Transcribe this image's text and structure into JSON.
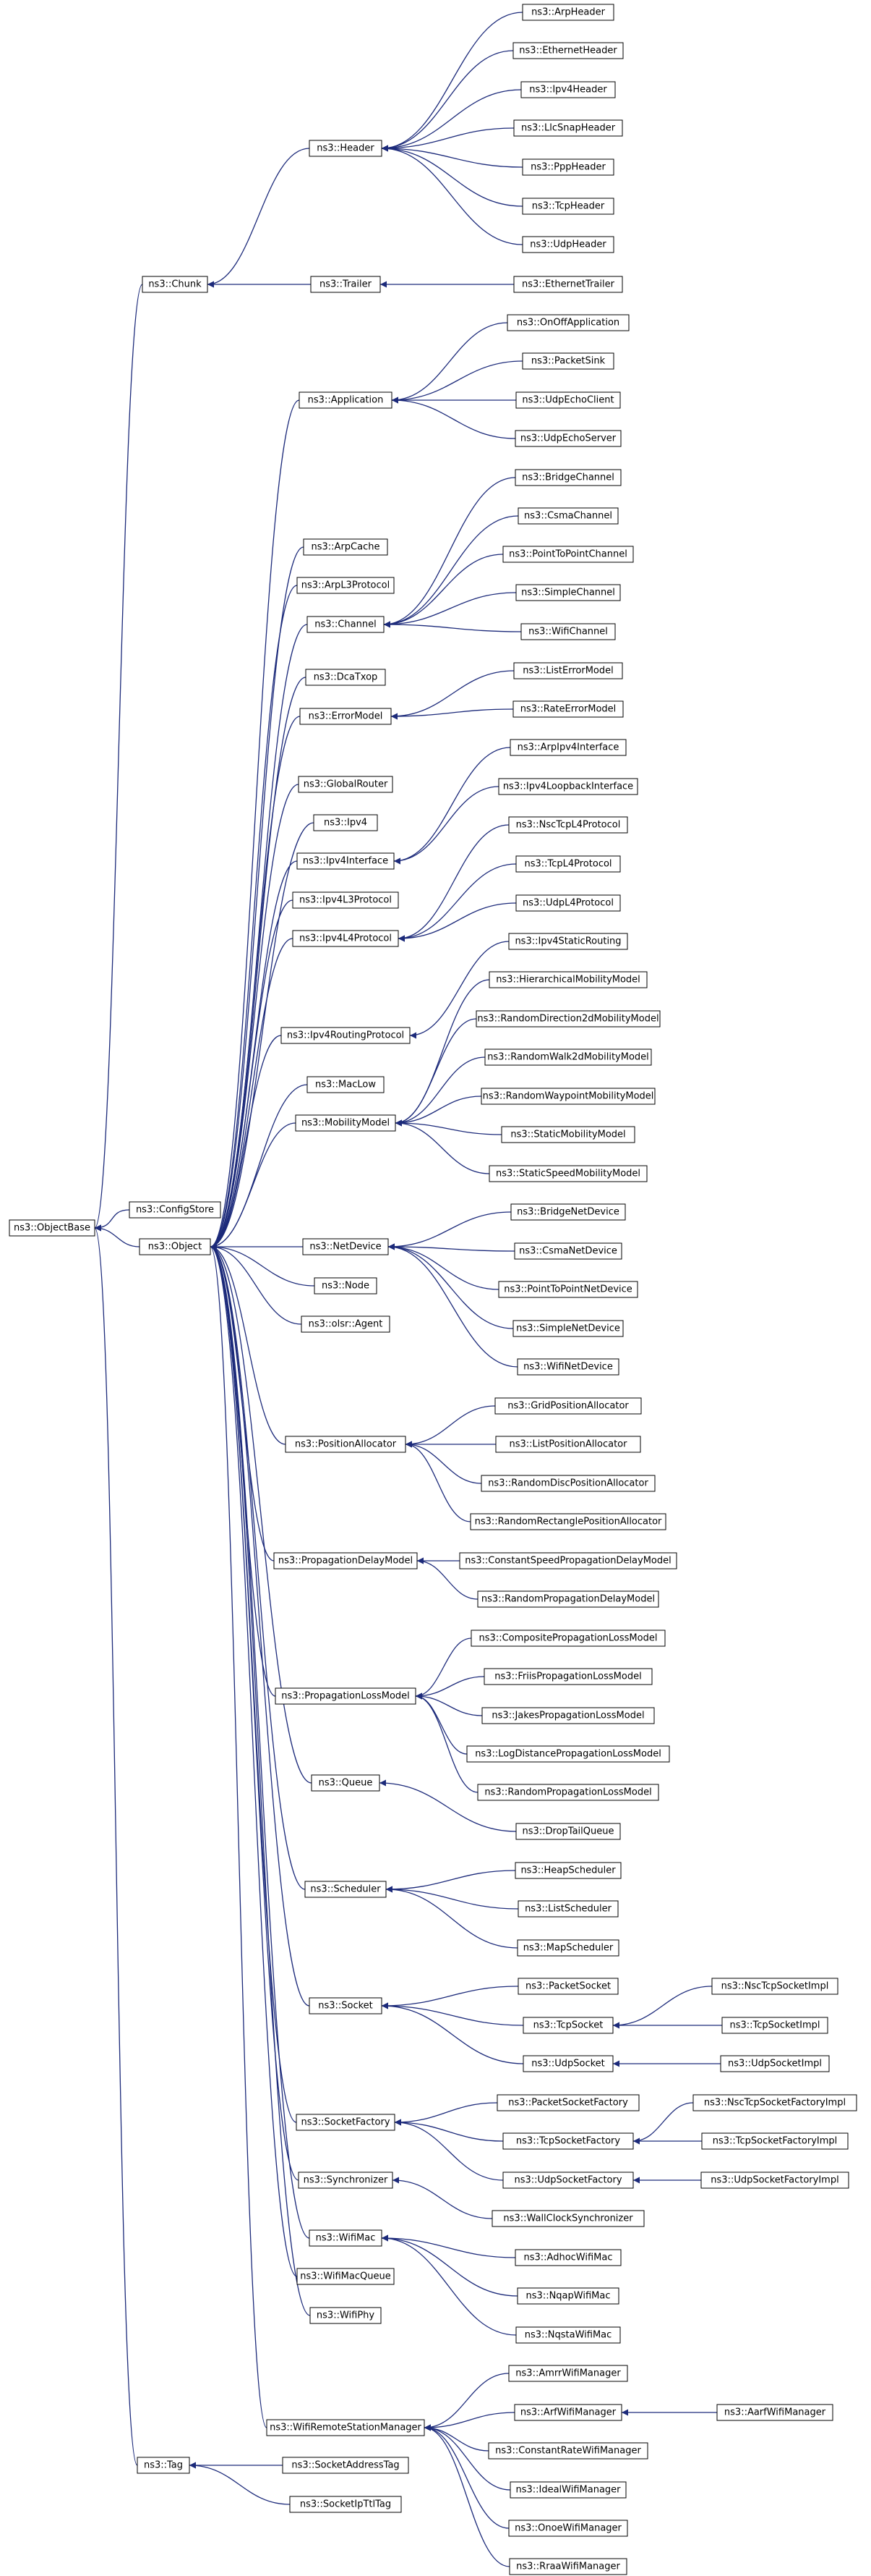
{
  "diagram": {
    "type": "class-inheritance-graph",
    "edge_color": "#1c2a7a",
    "node_border_color": "#000000",
    "nodes": [
      {
        "id": "ObjectBase",
        "label": "ns3::ObjectBase"
      },
      {
        "id": "Chunk",
        "label": "ns3::Chunk"
      },
      {
        "id": "ConfigStore",
        "label": "ns3::ConfigStore"
      },
      {
        "id": "Object",
        "label": "ns3::Object"
      },
      {
        "id": "Tag",
        "label": "ns3::Tag"
      },
      {
        "id": "Header",
        "label": "ns3::Header"
      },
      {
        "id": "Trailer",
        "label": "ns3::Trailer"
      },
      {
        "id": "ArpHeader",
        "label": "ns3::ArpHeader"
      },
      {
        "id": "EthernetHeader",
        "label": "ns3::EthernetHeader"
      },
      {
        "id": "Ipv4Header",
        "label": "ns3::Ipv4Header"
      },
      {
        "id": "LlcSnapHeader",
        "label": "ns3::LlcSnapHeader"
      },
      {
        "id": "PppHeader",
        "label": "ns3::PppHeader"
      },
      {
        "id": "TcpHeader",
        "label": "ns3::TcpHeader"
      },
      {
        "id": "UdpHeader",
        "label": "ns3::UdpHeader"
      },
      {
        "id": "EthernetTrailer",
        "label": "ns3::EthernetTrailer"
      },
      {
        "id": "Application",
        "label": "ns3::Application"
      },
      {
        "id": "OnOffApplication",
        "label": "ns3::OnOffApplication"
      },
      {
        "id": "PacketSink",
        "label": "ns3::PacketSink"
      },
      {
        "id": "UdpEchoClient",
        "label": "ns3::UdpEchoClient"
      },
      {
        "id": "UdpEchoServer",
        "label": "ns3::UdpEchoServer"
      },
      {
        "id": "ArpCache",
        "label": "ns3::ArpCache"
      },
      {
        "id": "ArpL3Protocol",
        "label": "ns3::ArpL3Protocol"
      },
      {
        "id": "Channel",
        "label": "ns3::Channel"
      },
      {
        "id": "BridgeChannel",
        "label": "ns3::BridgeChannel"
      },
      {
        "id": "CsmaChannel",
        "label": "ns3::CsmaChannel"
      },
      {
        "id": "PointToPointChannel",
        "label": "ns3::PointToPointChannel"
      },
      {
        "id": "SimpleChannel",
        "label": "ns3::SimpleChannel"
      },
      {
        "id": "WifiChannel",
        "label": "ns3::WifiChannel"
      },
      {
        "id": "DcaTxop",
        "label": "ns3::DcaTxop"
      },
      {
        "id": "ErrorModel",
        "label": "ns3::ErrorModel"
      },
      {
        "id": "ListErrorModel",
        "label": "ns3::ListErrorModel"
      },
      {
        "id": "RateErrorModel",
        "label": "ns3::RateErrorModel"
      },
      {
        "id": "GlobalRouter",
        "label": "ns3::GlobalRouter"
      },
      {
        "id": "Ipv4",
        "label": "ns3::Ipv4"
      },
      {
        "id": "Ipv4Interface",
        "label": "ns3::Ipv4Interface"
      },
      {
        "id": "ArpIpv4Interface",
        "label": "ns3::ArpIpv4Interface"
      },
      {
        "id": "Ipv4LoopbackInterface",
        "label": "ns3::Ipv4LoopbackInterface"
      },
      {
        "id": "Ipv4L3Protocol",
        "label": "ns3::Ipv4L3Protocol"
      },
      {
        "id": "Ipv4L4Protocol",
        "label": "ns3::Ipv4L4Protocol"
      },
      {
        "id": "NscTcpL4Protocol",
        "label": "ns3::NscTcpL4Protocol"
      },
      {
        "id": "TcpL4Protocol",
        "label": "ns3::TcpL4Protocol"
      },
      {
        "id": "UdpL4Protocol",
        "label": "ns3::UdpL4Protocol"
      },
      {
        "id": "Ipv4RoutingProtocol",
        "label": "ns3::Ipv4RoutingProtocol"
      },
      {
        "id": "Ipv4StaticRouting",
        "label": "ns3::Ipv4StaticRouting"
      },
      {
        "id": "MacLow",
        "label": "ns3::MacLow"
      },
      {
        "id": "MobilityModel",
        "label": "ns3::MobilityModel"
      },
      {
        "id": "HierarchicalMobilityModel",
        "label": "ns3::HierarchicalMobilityModel"
      },
      {
        "id": "RandomDirection2dMobilityModel",
        "label": "ns3::RandomDirection2dMobilityModel"
      },
      {
        "id": "RandomWalk2dMobilityModel",
        "label": "ns3::RandomWalk2dMobilityModel"
      },
      {
        "id": "RandomWaypointMobilityModel",
        "label": "ns3::RandomWaypointMobilityModel"
      },
      {
        "id": "StaticMobilityModel",
        "label": "ns3::StaticMobilityModel"
      },
      {
        "id": "StaticSpeedMobilityModel",
        "label": "ns3::StaticSpeedMobilityModel"
      },
      {
        "id": "NetDevice",
        "label": "ns3::NetDevice"
      },
      {
        "id": "BridgeNetDevice",
        "label": "ns3::BridgeNetDevice"
      },
      {
        "id": "CsmaNetDevice",
        "label": "ns3::CsmaNetDevice"
      },
      {
        "id": "PointToPointNetDevice",
        "label": "ns3::PointToPointNetDevice"
      },
      {
        "id": "SimpleNetDevice",
        "label": "ns3::SimpleNetDevice"
      },
      {
        "id": "WifiNetDevice",
        "label": "ns3::WifiNetDevice"
      },
      {
        "id": "Node",
        "label": "ns3::Node"
      },
      {
        "id": "OlsrAgent",
        "label": "ns3::olsr::Agent"
      },
      {
        "id": "PositionAllocator",
        "label": "ns3::PositionAllocator"
      },
      {
        "id": "GridPositionAllocator",
        "label": "ns3::GridPositionAllocator"
      },
      {
        "id": "ListPositionAllocator",
        "label": "ns3::ListPositionAllocator"
      },
      {
        "id": "RandomDiscPositionAllocator",
        "label": "ns3::RandomDiscPositionAllocator"
      },
      {
        "id": "RandomRectanglePositionAllocator",
        "label": "ns3::RandomRectanglePositionAllocator"
      },
      {
        "id": "PropagationDelayModel",
        "label": "ns3::PropagationDelayModel"
      },
      {
        "id": "ConstantSpeedPropagationDelayModel",
        "label": "ns3::ConstantSpeedPropagationDelayModel"
      },
      {
        "id": "RandomPropagationDelayModel",
        "label": "ns3::RandomPropagationDelayModel"
      },
      {
        "id": "PropagationLossModel",
        "label": "ns3::PropagationLossModel"
      },
      {
        "id": "CompositePropagationLossModel",
        "label": "ns3::CompositePropagationLossModel"
      },
      {
        "id": "FriisPropagationLossModel",
        "label": "ns3::FriisPropagationLossModel"
      },
      {
        "id": "JakesPropagationLossModel",
        "label": "ns3::JakesPropagationLossModel"
      },
      {
        "id": "LogDistancePropagationLossModel",
        "label": "ns3::LogDistancePropagationLossModel"
      },
      {
        "id": "RandomPropagationLossModel",
        "label": "ns3::RandomPropagationLossModel"
      },
      {
        "id": "Queue",
        "label": "ns3::Queue"
      },
      {
        "id": "DropTailQueue",
        "label": "ns3::DropTailQueue"
      },
      {
        "id": "Scheduler",
        "label": "ns3::Scheduler"
      },
      {
        "id": "HeapScheduler",
        "label": "ns3::HeapScheduler"
      },
      {
        "id": "ListScheduler",
        "label": "ns3::ListScheduler"
      },
      {
        "id": "MapScheduler",
        "label": "ns3::MapScheduler"
      },
      {
        "id": "Socket",
        "label": "ns3::Socket"
      },
      {
        "id": "PacketSocket",
        "label": "ns3::PacketSocket"
      },
      {
        "id": "TcpSocket",
        "label": "ns3::TcpSocket"
      },
      {
        "id": "UdpSocket",
        "label": "ns3::UdpSocket"
      },
      {
        "id": "NscTcpSocketImpl",
        "label": "ns3::NscTcpSocketImpl"
      },
      {
        "id": "TcpSocketImpl",
        "label": "ns3::TcpSocketImpl"
      },
      {
        "id": "UdpSocketImpl",
        "label": "ns3::UdpSocketImpl"
      },
      {
        "id": "SocketFactory",
        "label": "ns3::SocketFactory"
      },
      {
        "id": "PacketSocketFactory",
        "label": "ns3::PacketSocketFactory"
      },
      {
        "id": "TcpSocketFactory",
        "label": "ns3::TcpSocketFactory"
      },
      {
        "id": "UdpSocketFactory",
        "label": "ns3::UdpSocketFactory"
      },
      {
        "id": "NscTcpSocketFactoryImpl",
        "label": "ns3::NscTcpSocketFactoryImpl"
      },
      {
        "id": "TcpSocketFactoryImpl",
        "label": "ns3::TcpSocketFactoryImpl"
      },
      {
        "id": "UdpSocketFactoryImpl",
        "label": "ns3::UdpSocketFactoryImpl"
      },
      {
        "id": "Synchronizer",
        "label": "ns3::Synchronizer"
      },
      {
        "id": "WallClockSynchronizer",
        "label": "ns3::WallClockSynchronizer"
      },
      {
        "id": "WifiMac",
        "label": "ns3::WifiMac"
      },
      {
        "id": "AdhocWifiMac",
        "label": "ns3::AdhocWifiMac"
      },
      {
        "id": "NqapWifiMac",
        "label": "ns3::NqapWifiMac"
      },
      {
        "id": "NqstaWifiMac",
        "label": "ns3::NqstaWifiMac"
      },
      {
        "id": "WifiMacQueue",
        "label": "ns3::WifiMacQueue"
      },
      {
        "id": "WifiPhy",
        "label": "ns3::WifiPhy"
      },
      {
        "id": "WifiRemoteStationManager",
        "label": "ns3::WifiRemoteStationManager"
      },
      {
        "id": "AmrrWifiManager",
        "label": "ns3::AmrrWifiManager"
      },
      {
        "id": "ArfWifiManager",
        "label": "ns3::ArfWifiManager"
      },
      {
        "id": "AarfWifiManager",
        "label": "ns3::AarfWifiManager"
      },
      {
        "id": "ConstantRateWifiManager",
        "label": "ns3::ConstantRateWifiManager"
      },
      {
        "id": "IdealWifiManager",
        "label": "ns3::IdealWifiManager"
      },
      {
        "id": "OnoeWifiManager",
        "label": "ns3::OnoeWifiManager"
      },
      {
        "id": "RraaWifiManager",
        "label": "ns3::RraaWifiManager"
      },
      {
        "id": "SocketAddressTag",
        "label": "ns3::SocketAddressTag"
      },
      {
        "id": "SocketIpTtlTag",
        "label": "ns3::SocketIpTtlTag"
      }
    ],
    "edges": [
      {
        "child": "Chunk",
        "parent": "ObjectBase"
      },
      {
        "child": "ConfigStore",
        "parent": "ObjectBase"
      },
      {
        "child": "Object",
        "parent": "ObjectBase"
      },
      {
        "child": "Tag",
        "parent": "ObjectBase"
      },
      {
        "child": "Header",
        "parent": "Chunk"
      },
      {
        "child": "Trailer",
        "parent": "Chunk"
      },
      {
        "child": "ArpHeader",
        "parent": "Header"
      },
      {
        "child": "EthernetHeader",
        "parent": "Header"
      },
      {
        "child": "Ipv4Header",
        "parent": "Header"
      },
      {
        "child": "LlcSnapHeader",
        "parent": "Header"
      },
      {
        "child": "PppHeader",
        "parent": "Header"
      },
      {
        "child": "TcpHeader",
        "parent": "Header"
      },
      {
        "child": "UdpHeader",
        "parent": "Header"
      },
      {
        "child": "EthernetTrailer",
        "parent": "Trailer"
      },
      {
        "child": "Application",
        "parent": "Object"
      },
      {
        "child": "ArpCache",
        "parent": "Object"
      },
      {
        "child": "ArpL3Protocol",
        "parent": "Object"
      },
      {
        "child": "Channel",
        "parent": "Object"
      },
      {
        "child": "DcaTxop",
        "parent": "Object"
      },
      {
        "child": "ErrorModel",
        "parent": "Object"
      },
      {
        "child": "GlobalRouter",
        "parent": "Object"
      },
      {
        "child": "Ipv4",
        "parent": "Object"
      },
      {
        "child": "Ipv4Interface",
        "parent": "Object"
      },
      {
        "child": "Ipv4L3Protocol",
        "parent": "Object"
      },
      {
        "child": "Ipv4L4Protocol",
        "parent": "Object"
      },
      {
        "child": "Ipv4RoutingProtocol",
        "parent": "Object"
      },
      {
        "child": "MacLow",
        "parent": "Object"
      },
      {
        "child": "MobilityModel",
        "parent": "Object"
      },
      {
        "child": "NetDevice",
        "parent": "Object"
      },
      {
        "child": "Node",
        "parent": "Object"
      },
      {
        "child": "OlsrAgent",
        "parent": "Object"
      },
      {
        "child": "PositionAllocator",
        "parent": "Object"
      },
      {
        "child": "PropagationDelayModel",
        "parent": "Object"
      },
      {
        "child": "PropagationLossModel",
        "parent": "Object"
      },
      {
        "child": "Queue",
        "parent": "Object"
      },
      {
        "child": "Scheduler",
        "parent": "Object"
      },
      {
        "child": "Socket",
        "parent": "Object"
      },
      {
        "child": "SocketFactory",
        "parent": "Object"
      },
      {
        "child": "Synchronizer",
        "parent": "Object"
      },
      {
        "child": "WifiMac",
        "parent": "Object"
      },
      {
        "child": "WifiMacQueue",
        "parent": "Object"
      },
      {
        "child": "WifiPhy",
        "parent": "Object"
      },
      {
        "child": "WifiRemoteStationManager",
        "parent": "Object"
      },
      {
        "child": "OnOffApplication",
        "parent": "Application"
      },
      {
        "child": "PacketSink",
        "parent": "Application"
      },
      {
        "child": "UdpEchoClient",
        "parent": "Application"
      },
      {
        "child": "UdpEchoServer",
        "parent": "Application"
      },
      {
        "child": "BridgeChannel",
        "parent": "Channel"
      },
      {
        "child": "CsmaChannel",
        "parent": "Channel"
      },
      {
        "child": "PointToPointChannel",
        "parent": "Channel"
      },
      {
        "child": "SimpleChannel",
        "parent": "Channel"
      },
      {
        "child": "WifiChannel",
        "parent": "Channel"
      },
      {
        "child": "ListErrorModel",
        "parent": "ErrorModel"
      },
      {
        "child": "RateErrorModel",
        "parent": "ErrorModel"
      },
      {
        "child": "ArpIpv4Interface",
        "parent": "Ipv4Interface"
      },
      {
        "child": "Ipv4LoopbackInterface",
        "parent": "Ipv4Interface"
      },
      {
        "child": "NscTcpL4Protocol",
        "parent": "Ipv4L4Protocol"
      },
      {
        "child": "TcpL4Protocol",
        "parent": "Ipv4L4Protocol"
      },
      {
        "child": "UdpL4Protocol",
        "parent": "Ipv4L4Protocol"
      },
      {
        "child": "Ipv4StaticRouting",
        "parent": "Ipv4RoutingProtocol"
      },
      {
        "child": "HierarchicalMobilityModel",
        "parent": "MobilityModel"
      },
      {
        "child": "RandomDirection2dMobilityModel",
        "parent": "MobilityModel"
      },
      {
        "child": "RandomWalk2dMobilityModel",
        "parent": "MobilityModel"
      },
      {
        "child": "RandomWaypointMobilityModel",
        "parent": "MobilityModel"
      },
      {
        "child": "StaticMobilityModel",
        "parent": "MobilityModel"
      },
      {
        "child": "StaticSpeedMobilityModel",
        "parent": "MobilityModel"
      },
      {
        "child": "BridgeNetDevice",
        "parent": "NetDevice"
      },
      {
        "child": "CsmaNetDevice",
        "parent": "NetDevice"
      },
      {
        "child": "PointToPointNetDevice",
        "parent": "NetDevice"
      },
      {
        "child": "SimpleNetDevice",
        "parent": "NetDevice"
      },
      {
        "child": "WifiNetDevice",
        "parent": "NetDevice"
      },
      {
        "child": "GridPositionAllocator",
        "parent": "PositionAllocator"
      },
      {
        "child": "ListPositionAllocator",
        "parent": "PositionAllocator"
      },
      {
        "child": "RandomDiscPositionAllocator",
        "parent": "PositionAllocator"
      },
      {
        "child": "RandomRectanglePositionAllocator",
        "parent": "PositionAllocator"
      },
      {
        "child": "ConstantSpeedPropagationDelayModel",
        "parent": "PropagationDelayModel"
      },
      {
        "child": "RandomPropagationDelayModel",
        "parent": "PropagationDelayModel"
      },
      {
        "child": "CompositePropagationLossModel",
        "parent": "PropagationLossModel"
      },
      {
        "child": "FriisPropagationLossModel",
        "parent": "PropagationLossModel"
      },
      {
        "child": "JakesPropagationLossModel",
        "parent": "PropagationLossModel"
      },
      {
        "child": "LogDistancePropagationLossModel",
        "parent": "PropagationLossModel"
      },
      {
        "child": "RandomPropagationLossModel",
        "parent": "PropagationLossModel"
      },
      {
        "child": "DropTailQueue",
        "parent": "Queue"
      },
      {
        "child": "HeapScheduler",
        "parent": "Scheduler"
      },
      {
        "child": "ListScheduler",
        "parent": "Scheduler"
      },
      {
        "child": "MapScheduler",
        "parent": "Scheduler"
      },
      {
        "child": "PacketSocket",
        "parent": "Socket"
      },
      {
        "child": "TcpSocket",
        "parent": "Socket"
      },
      {
        "child": "UdpSocket",
        "parent": "Socket"
      },
      {
        "child": "NscTcpSocketImpl",
        "parent": "TcpSocket"
      },
      {
        "child": "TcpSocketImpl",
        "parent": "TcpSocket"
      },
      {
        "child": "UdpSocketImpl",
        "parent": "UdpSocket"
      },
      {
        "child": "PacketSocketFactory",
        "parent": "SocketFactory"
      },
      {
        "child": "TcpSocketFactory",
        "parent": "SocketFactory"
      },
      {
        "child": "UdpSocketFactory",
        "parent": "SocketFactory"
      },
      {
        "child": "NscTcpSocketFactoryImpl",
        "parent": "TcpSocketFactory"
      },
      {
        "child": "TcpSocketFactoryImpl",
        "parent": "TcpSocketFactory"
      },
      {
        "child": "UdpSocketFactoryImpl",
        "parent": "UdpSocketFactory"
      },
      {
        "child": "WallClockSynchronizer",
        "parent": "Synchronizer"
      },
      {
        "child": "AdhocWifiMac",
        "parent": "WifiMac"
      },
      {
        "child": "NqapWifiMac",
        "parent": "WifiMac"
      },
      {
        "child": "NqstaWifiMac",
        "parent": "WifiMac"
      },
      {
        "child": "AmrrWifiManager",
        "parent": "WifiRemoteStationManager"
      },
      {
        "child": "ArfWifiManager",
        "parent": "WifiRemoteStationManager"
      },
      {
        "child": "ConstantRateWifiManager",
        "parent": "WifiRemoteStationManager"
      },
      {
        "child": "IdealWifiManager",
        "parent": "WifiRemoteStationManager"
      },
      {
        "child": "OnoeWifiManager",
        "parent": "WifiRemoteStationManager"
      },
      {
        "child": "RraaWifiManager",
        "parent": "WifiRemoteStationManager"
      },
      {
        "child": "AarfWifiManager",
        "parent": "ArfWifiManager"
      },
      {
        "child": "SocketAddressTag",
        "parent": "Tag"
      },
      {
        "child": "SocketIpTtlTag",
        "parent": "Tag"
      }
    ]
  }
}
